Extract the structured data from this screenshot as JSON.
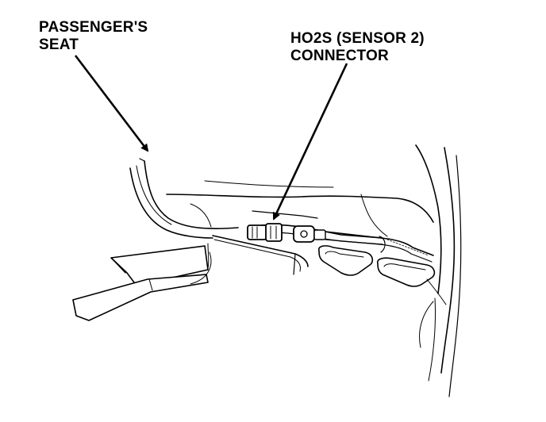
{
  "labels": {
    "passenger_seat": {
      "line1": "PASSENGER'S",
      "line2": "SEAT"
    },
    "connector": {
      "line1": "HO2S (SENSOR 2)",
      "line2": "CONNECTOR"
    }
  },
  "colors": {
    "ink": "#000000",
    "paper": "#ffffff"
  }
}
